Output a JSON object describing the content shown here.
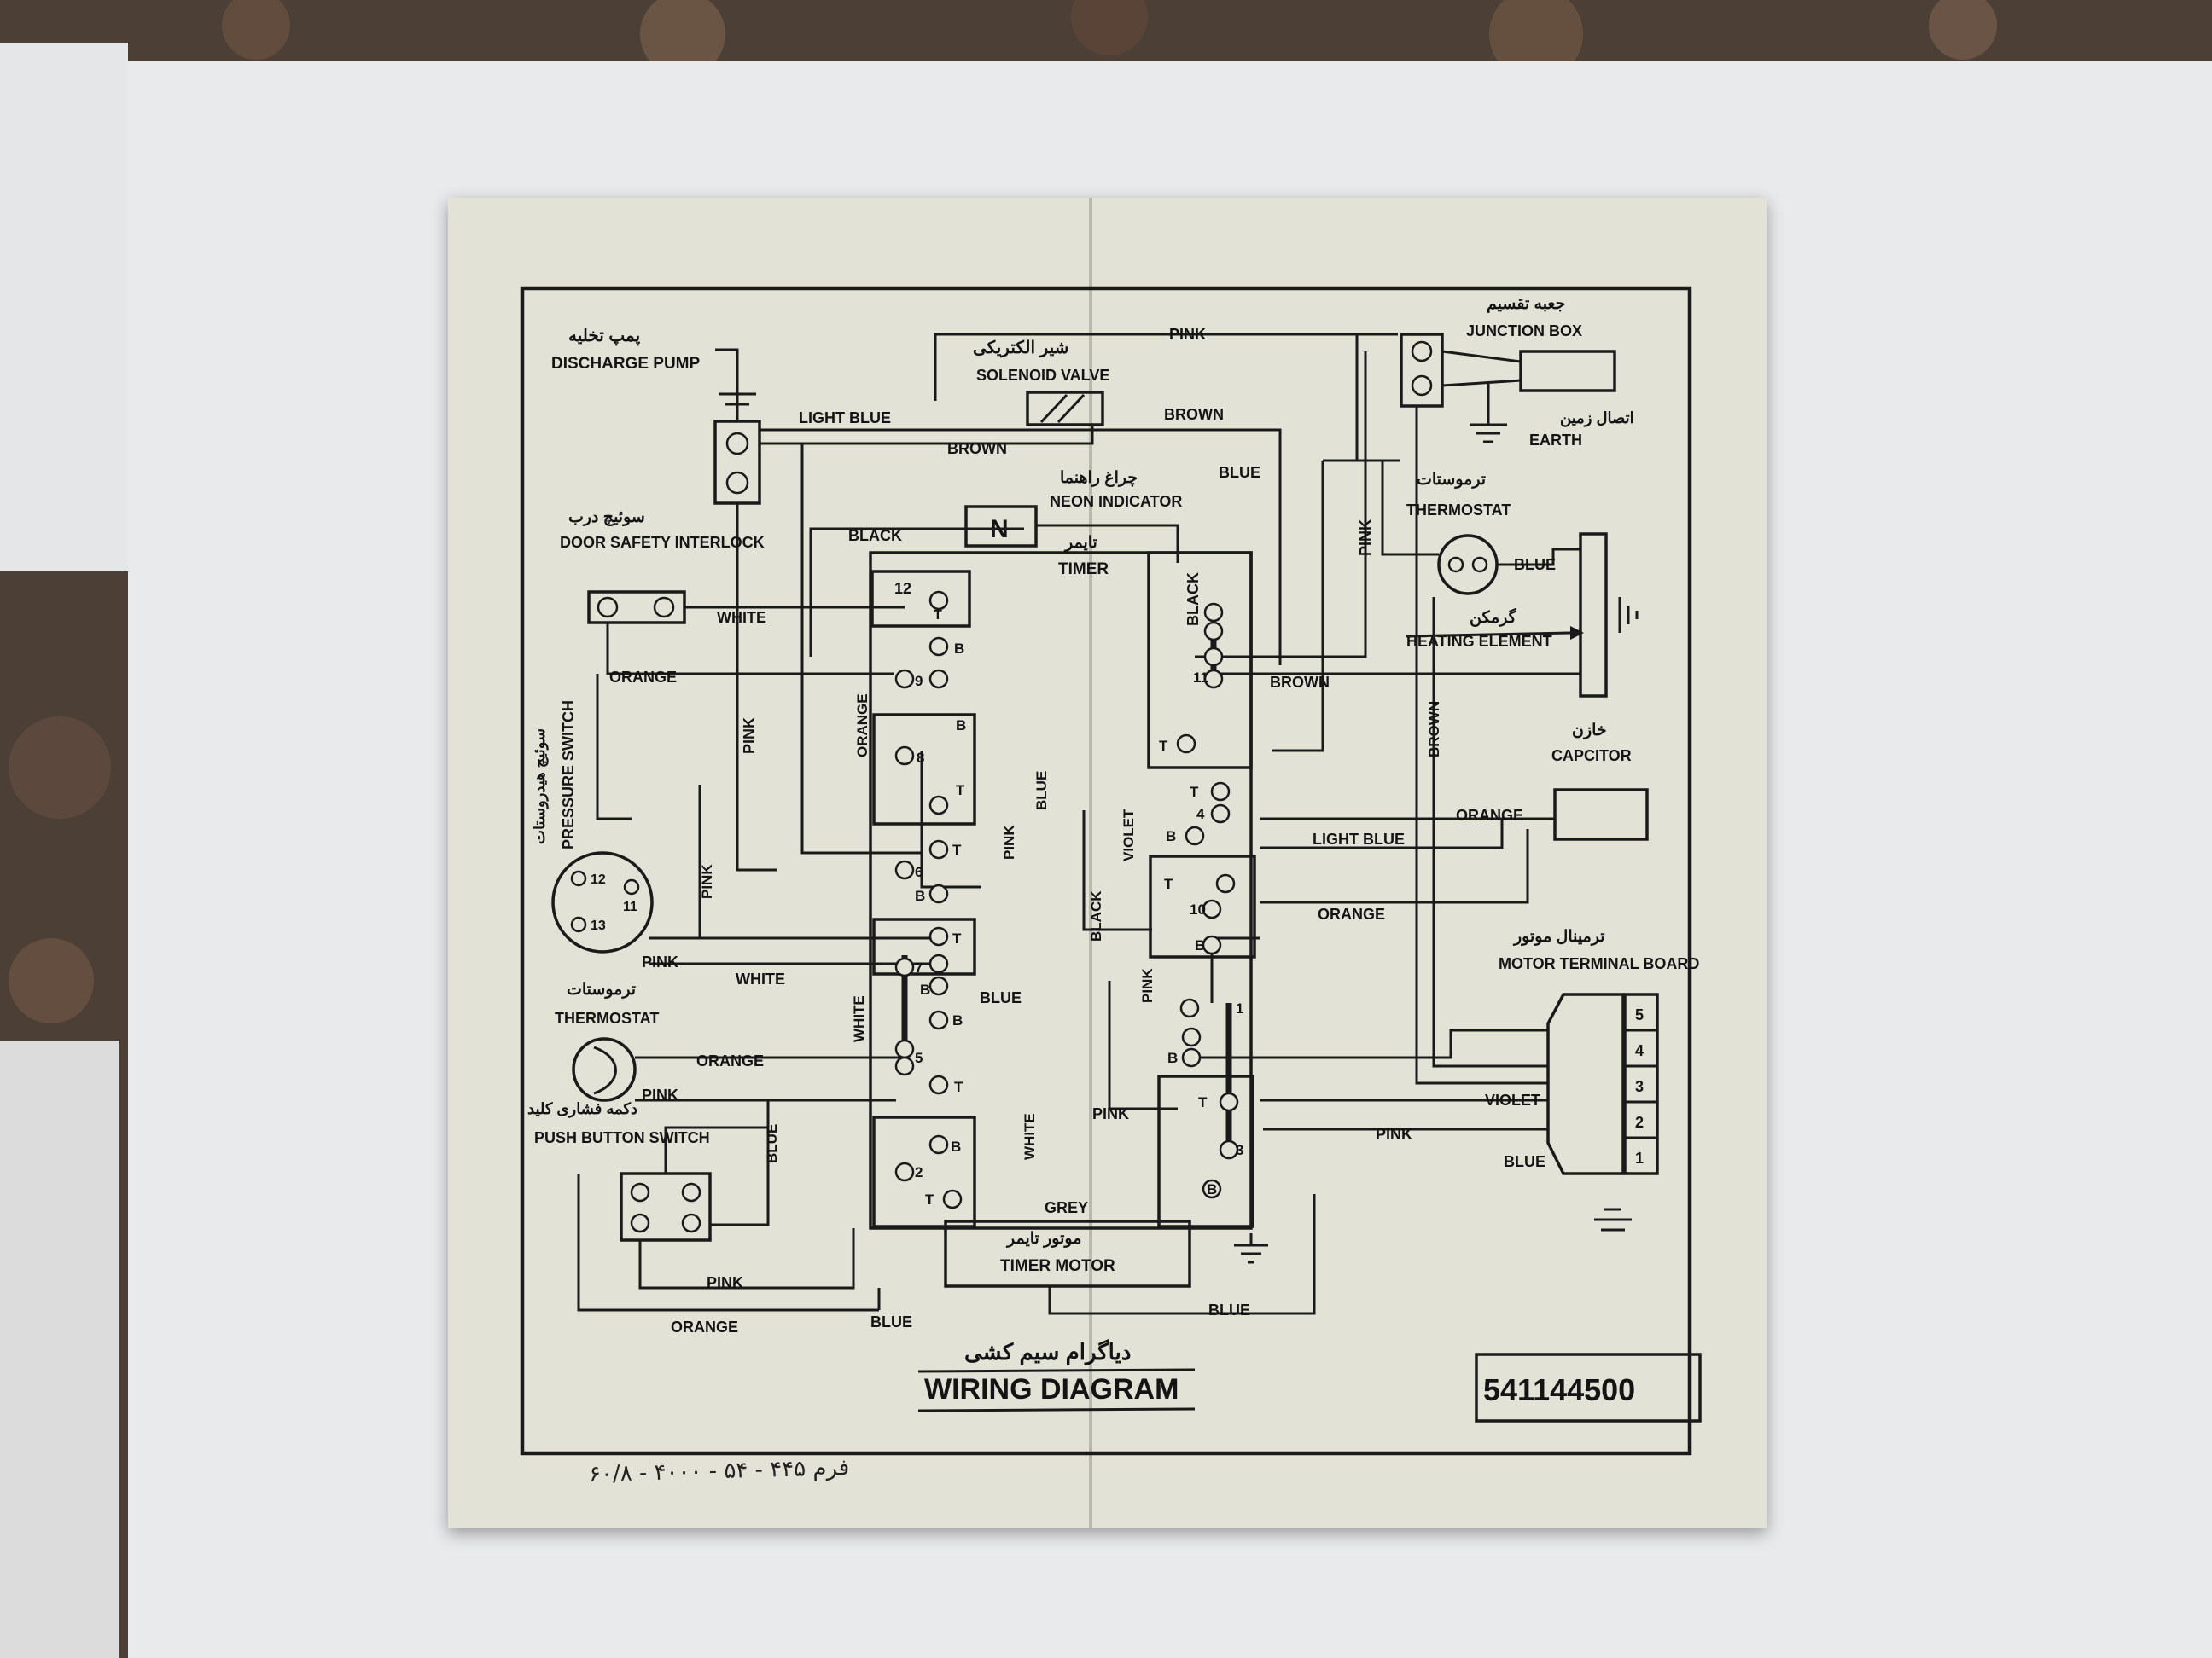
{
  "title": "WIRING DIAGRAM",
  "title_fa": "دیاگرام سیم کشی",
  "part_number": "541144500",
  "form_number_fa": "فرم ۴۴۵ - ۵۴ - ۴۰۰۰ - ۶۰/۸",
  "components": {
    "discharge_pump": {
      "en": "DISCHARGE PUMP",
      "fa": "پمپ تخلیه"
    },
    "solenoid_valve": {
      "en": "SOLENOID VALVE",
      "fa": "شیر الکتریکی"
    },
    "junction_box": {
      "en": "JUNCTION BOX",
      "fa": "جعبه تقسیم"
    },
    "earth": {
      "en": "EARTH",
      "fa": "اتصال زمین"
    },
    "neon_indicator": {
      "en": "NEON INDICATOR",
      "fa": "چراغ راهنما",
      "symbol": "N"
    },
    "door_interlock": {
      "en": "DOOR SAFETY INTERLOCK",
      "fa": "سوئیچ درب"
    },
    "timer": {
      "en": "TIMER",
      "fa": "تایمر"
    },
    "thermostat_top": {
      "en": "THERMOSTAT",
      "fa": "ترموستات"
    },
    "heating_element": {
      "en": "HEATING ELEMENT",
      "fa": "گرمکن"
    },
    "capacitor": {
      "en": "CAPCITOR",
      "fa": "خازن"
    },
    "pressure_switch": {
      "en": "PRESSURE SWITCH",
      "fa": "سوئیچ هیدروستات"
    },
    "thermostat_left": {
      "en": "THERMOSTAT",
      "fa": "ترموستات"
    },
    "push_button": {
      "en": "PUSH BUTTON SWITCH",
      "fa": "دکمه فشاری کلید"
    },
    "motor_terminal": {
      "en": "MOTOR TERMINAL BOARD",
      "fa": "ترمینال موتور"
    },
    "timer_motor": {
      "en": "TIMER MOTOR",
      "fa": "موتور تایمر"
    }
  },
  "wire_labels": {
    "pink": "PINK",
    "light_blue": "LIGHT BLUE",
    "brown": "BROWN",
    "blue": "BLUE",
    "black": "BLACK",
    "white": "WHITE",
    "orange": "ORANGE",
    "violet": "VIOLET",
    "grey": "GREY"
  },
  "terminal_labels": [
    "12",
    "T",
    "B",
    "9",
    "8",
    "6",
    "7",
    "5",
    "2",
    "11",
    "4",
    "10",
    "1",
    "3",
    "13"
  ],
  "motor_pins": [
    "5",
    "4",
    "3",
    "2",
    "1"
  ]
}
